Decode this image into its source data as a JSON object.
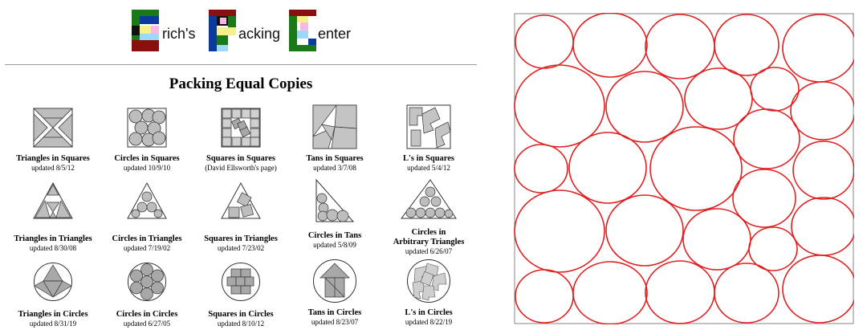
{
  "header": {
    "logo_words": [
      {
        "letter": "E",
        "text": "rich's"
      },
      {
        "letter": "P",
        "text": "acking"
      },
      {
        "letter": "C",
        "text": "enter"
      }
    ]
  },
  "page_title": "Packing Equal Copies",
  "grid": [
    [
      {
        "title": "Triangles in Squares",
        "sub": "updated 8/5/12",
        "icon": "triangles-in-square-icon"
      },
      {
        "title": "Circles in Squares",
        "sub": "updated 10/9/10",
        "icon": "circles-in-square-icon"
      },
      {
        "title": "Squares in Squares",
        "sub": "(David Ellsworth's page)",
        "icon": "squares-in-square-icon"
      },
      {
        "title": "Tans in Squares",
        "sub": "updated 3/7/08",
        "icon": "tans-in-square-icon"
      },
      {
        "title": "L's in Squares",
        "sub": "updated 5/4/12",
        "icon": "ls-in-square-icon"
      }
    ],
    [
      {
        "title": "Triangles in Triangles",
        "sub": "updated 8/30/08",
        "icon": "triangles-in-triangle-icon"
      },
      {
        "title": "Circles in Triangles",
        "sub": "updated 7/19/02",
        "icon": "circles-in-triangle-icon"
      },
      {
        "title": "Squares in Triangles",
        "sub": "updated 7/23/02",
        "icon": "squares-in-triangle-icon"
      },
      {
        "title": "Circles in Tans",
        "sub": "updated 5/8/09",
        "icon": "circles-in-tan-icon"
      },
      {
        "title": "Circles in",
        "title2": "Arbitrary Triangles",
        "sub": "updated 6/26/07",
        "icon": "circles-in-arbitrary-triangle-icon"
      }
    ],
    [
      {
        "title": "Triangles in Circles",
        "sub": "updated 8/31/19",
        "icon": "triangles-in-circle-icon"
      },
      {
        "title": "Circles in Circles",
        "sub": "updated 6/27/05",
        "icon": "circles-in-circle-icon"
      },
      {
        "title": "Squares in Circles",
        "sub": "updated 8/10/12",
        "icon": "squares-in-circle-icon"
      },
      {
        "title": "Tans in Circles",
        "sub": "updated 8/23/07",
        "icon": "tans-in-circle-icon"
      },
      {
        "title": "L's in Circles",
        "sub": "updated 8/22/19",
        "icon": "ls-in-circle-icon"
      }
    ]
  ],
  "colors": {
    "outline": "#333333",
    "fill": "#bdbdbd",
    "packing_circle": "#e02020",
    "rule": "#999999"
  }
}
